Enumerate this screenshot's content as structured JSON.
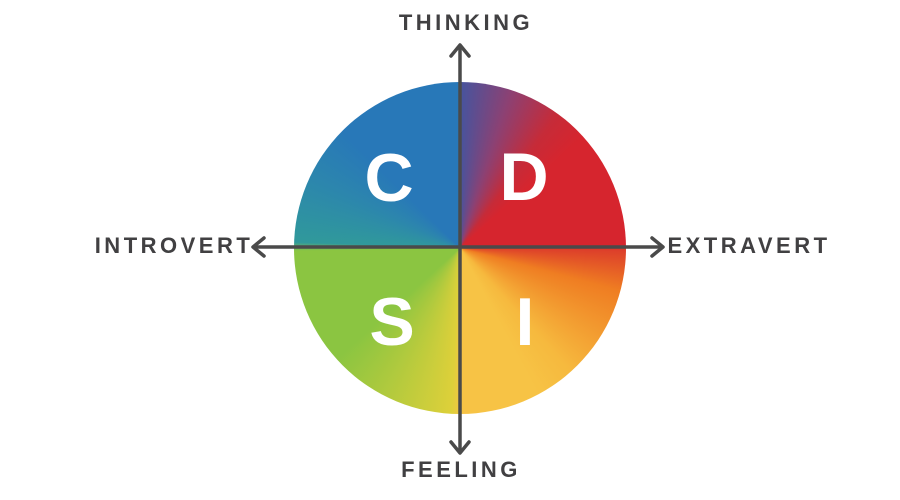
{
  "diagram": {
    "type": "disc-personality-wheel",
    "background_color": "#ffffff",
    "axis_line_color": "#4a4a4a",
    "axis_label_color": "#414042",
    "axis_labels": {
      "top": "THINKING",
      "bottom": "FEELING",
      "left": "INTROVERT",
      "right": "EXTRAVERT"
    },
    "quadrants": [
      {
        "letter": "C",
        "position": "top-left",
        "color": "#2878b8",
        "letter_color": "#ffffff"
      },
      {
        "letter": "D",
        "position": "top-right",
        "color": "#d6252e",
        "letter_color": "#ffffff"
      },
      {
        "letter": "S",
        "position": "bottom-left",
        "color": "#8bc541",
        "letter_color": "#ffffff"
      },
      {
        "letter": "I",
        "position": "bottom-right",
        "color": "#f7c345",
        "letter_color": "#ffffff"
      }
    ],
    "boundary_blend_colors": {
      "top_blue_red": "#8c4173",
      "right_red_yellow": "#ef7d22",
      "bottom_yellow_green": "#ddd03a",
      "left_green_blue": "#30999b"
    }
  }
}
